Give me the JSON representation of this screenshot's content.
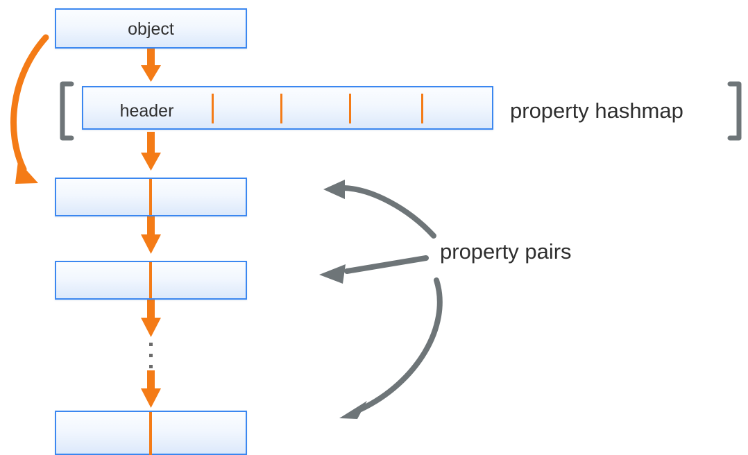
{
  "diagram": {
    "title_alt": "object property hashmap and property pairs",
    "colors": {
      "box_border": "#3b87f0",
      "box_fill_top": "#fbfdff",
      "box_fill_bottom": "#dce9fb",
      "orange": "#F47B16",
      "gray": "#6E7578",
      "text": "#2e2e2e",
      "background": "#ffffff"
    },
    "boxes": [
      {
        "id": "object",
        "label": "object"
      },
      {
        "id": "hashmap",
        "label": "header"
      },
      {
        "id": "pair1",
        "label": ""
      },
      {
        "id": "pair2",
        "label": ""
      },
      {
        "id": "pairN",
        "label": ""
      }
    ],
    "hashmap": {
      "header_label": "header",
      "slot_count": 4,
      "bracket_label": "property hashmap",
      "left_bracket": "[",
      "right_bracket": "]"
    },
    "annotations": {
      "property_pairs_label": "property pairs",
      "ellipsis": "⋮",
      "ellipsis_dots": 3
    },
    "arrows": {
      "object_to_hashmap": "down-arrow",
      "hashmap_to_pair1": "down-arrow",
      "pair1_to_pair2": "down-arrow",
      "pair2_to_ellipsis": "down-arrow",
      "ellipsis_to_pairN": "down-arrow",
      "object_to_chain": "curved-down-left-arrow",
      "pairs_callout_top": "curved-left-arrow",
      "pairs_callout_middle": "straight-left-arrow",
      "pairs_callout_bottom": "curved-down-left-arrow"
    }
  }
}
